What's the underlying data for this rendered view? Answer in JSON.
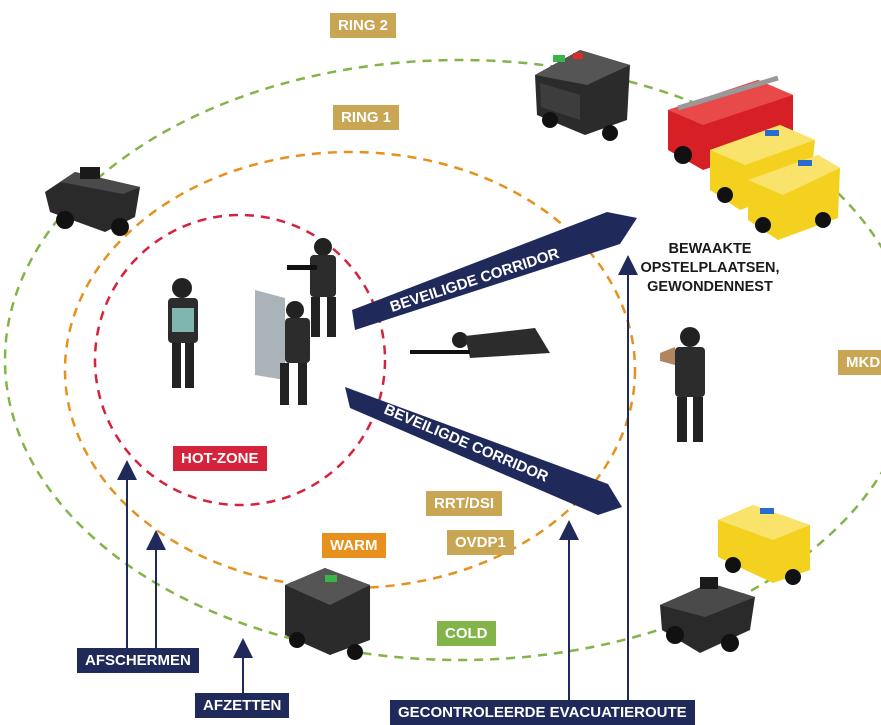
{
  "zones": {
    "ring2": "RING 2",
    "ring1": "RING 1",
    "hot": "HOT-ZONE",
    "warm": "WARM",
    "cold": "COLD"
  },
  "corridors": {
    "upper": "BEVEILIGDE CORRIDOR",
    "lower": "BEVEILIGDE CORRIDOR"
  },
  "staging": {
    "line1": "BEWAAKTE",
    "line2": "OPSTELPLAATSEN,",
    "line3": "GEWONDENNEST"
  },
  "tags": {
    "mkd": "MKD",
    "rrt": "RRT/DSI",
    "ovdp": "OVDP1"
  },
  "actions": {
    "afschermen": "AFSCHERMEN",
    "afzetten": "AFZETTEN",
    "evacuation": "GECONTROLEERDE EVACUATIEROUTE"
  },
  "colors": {
    "ring_cold": "#82b44a",
    "ring_warm": "#e8901e",
    "ring_hot": "#d4233a",
    "navy": "#1f2a5a",
    "tan": "#c8a654"
  }
}
